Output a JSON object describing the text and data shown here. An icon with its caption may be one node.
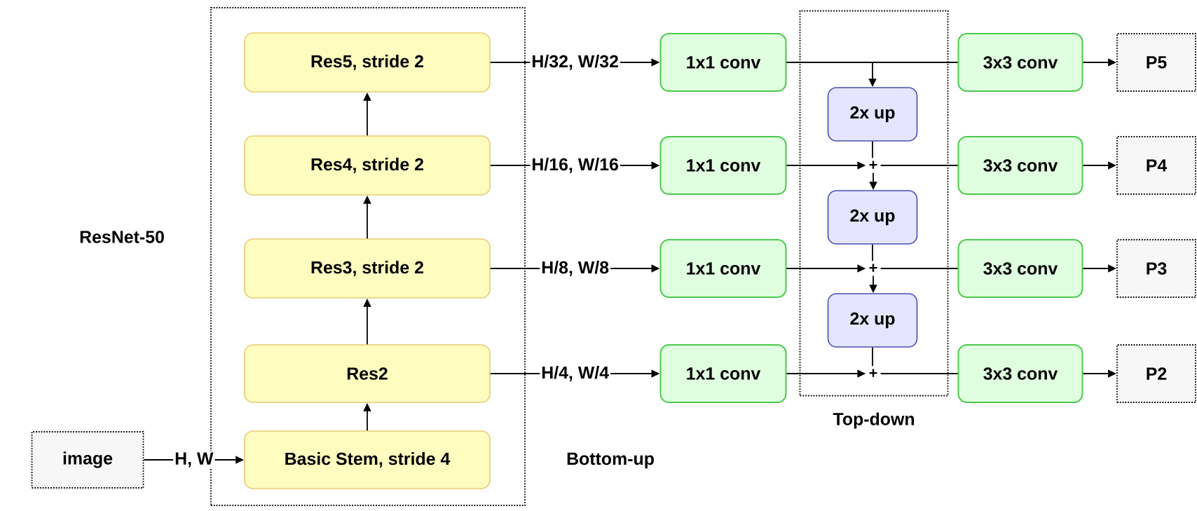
{
  "diagram": {
    "nodes": [
      {
        "text": [
          "Bottom-up"
        ]
      },
      {
        "text": [
          "image"
        ]
      },
      {
        "text": [
          "Basic Stem, stride 4"
        ],
        "in": 0
      },
      {
        "text": [
          "Res2"
        ],
        "in": 0
      },
      {
        "text": [
          "Res3, stride 2"
        ],
        "in": 0
      },
      {
        "text": [
          "Res4, stride 2"
        ],
        "in": 0
      },
      {
        "text": [
          "Res5, stride 2"
        ],
        "in": 0
      },
      {
        "text": [
          "1x1 conv"
        ]
      },
      {
        "text": [
          "1x1 conv"
        ]
      },
      {
        "text": [
          "1x1 conv"
        ]
      },
      {
        "text": [
          "1x1 conv"
        ]
      },
      {
        "text": [
          "Top-down"
        ]
      },
      {
        "text": [
          "2x up"
        ],
        "in": 11
      },
      {
        "text": [
          "2x up"
        ],
        "in": 11
      },
      {
        "text": [
          "2x up"
        ],
        "in": 11
      },
      {
        "text": [
          "+"
        ],
        "in": 11
      },
      {
        "text": [
          "+"
        ],
        "in": 11
      },
      {
        "text": [
          "+"
        ],
        "in": 11
      },
      {
        "text": [
          "3x3 conv"
        ]
      },
      {
        "text": [
          "3x3 conv"
        ]
      },
      {
        "text": [
          "3x3 conv"
        ]
      },
      {
        "text": [
          "3x3 conv"
        ]
      },
      {
        "text": [
          "P5"
        ]
      },
      {
        "text": [
          "P4"
        ]
      },
      {
        "text": [
          "P3"
        ]
      },
      {
        "text": [
          "P2"
        ]
      }
    ],
    "edges": [
      {
        "from": 1,
        "to": 2,
        "arrow": "to",
        "label": "H, W"
      },
      {
        "from": 2,
        "to": 3,
        "arrow": "to"
      },
      {
        "from": 3,
        "to": 4,
        "arrow": "to"
      },
      {
        "from": 4,
        "to": 5,
        "arrow": "to"
      },
      {
        "from": 5,
        "to": 6,
        "arrow": "to"
      },
      {
        "from": 6,
        "to": 7,
        "arrow": "to",
        "label": "H/32, W/32"
      },
      {
        "from": 5,
        "to": 8,
        "arrow": "to",
        "label": "H/16, W/16"
      },
      {
        "from": 4,
        "to": 9,
        "arrow": "to",
        "label": "H/8, W/8"
      },
      {
        "from": 3,
        "to": 10,
        "arrow": "to",
        "label": "H/4, W/4"
      },
      {
        "from": 7,
        "to": 18,
        "arrow": "none"
      },
      {
        "from": 7,
        "to": 12,
        "arrow": "to"
      },
      {
        "from": 8,
        "to": 15,
        "arrow": "to"
      },
      {
        "from": 12,
        "to": 15,
        "arrow": "none"
      },
      {
        "from": 15,
        "to": 13,
        "arrow": "to"
      },
      {
        "from": 15,
        "to": 19,
        "arrow": "none"
      },
      {
        "from": 9,
        "to": 16,
        "arrow": "to"
      },
      {
        "from": 13,
        "to": 16,
        "arrow": "none"
      },
      {
        "from": 16,
        "to": 14,
        "arrow": "to"
      },
      {
        "from": 16,
        "to": 20,
        "arrow": "none"
      },
      {
        "from": 10,
        "to": 17,
        "arrow": "to"
      },
      {
        "from": 14,
        "to": 17,
        "arrow": "none"
      },
      {
        "from": 17,
        "to": 21,
        "arrow": "none"
      },
      {
        "from": 18,
        "to": 22,
        "arrow": "to"
      },
      {
        "from": 19,
        "to": 23,
        "arrow": "to"
      },
      {
        "from": 20,
        "to": 24,
        "arrow": "to"
      },
      {
        "from": 21,
        "to": 25,
        "arrow": "to"
      }
    ],
    "labels": [
      "ResNet-50"
    ]
  }
}
